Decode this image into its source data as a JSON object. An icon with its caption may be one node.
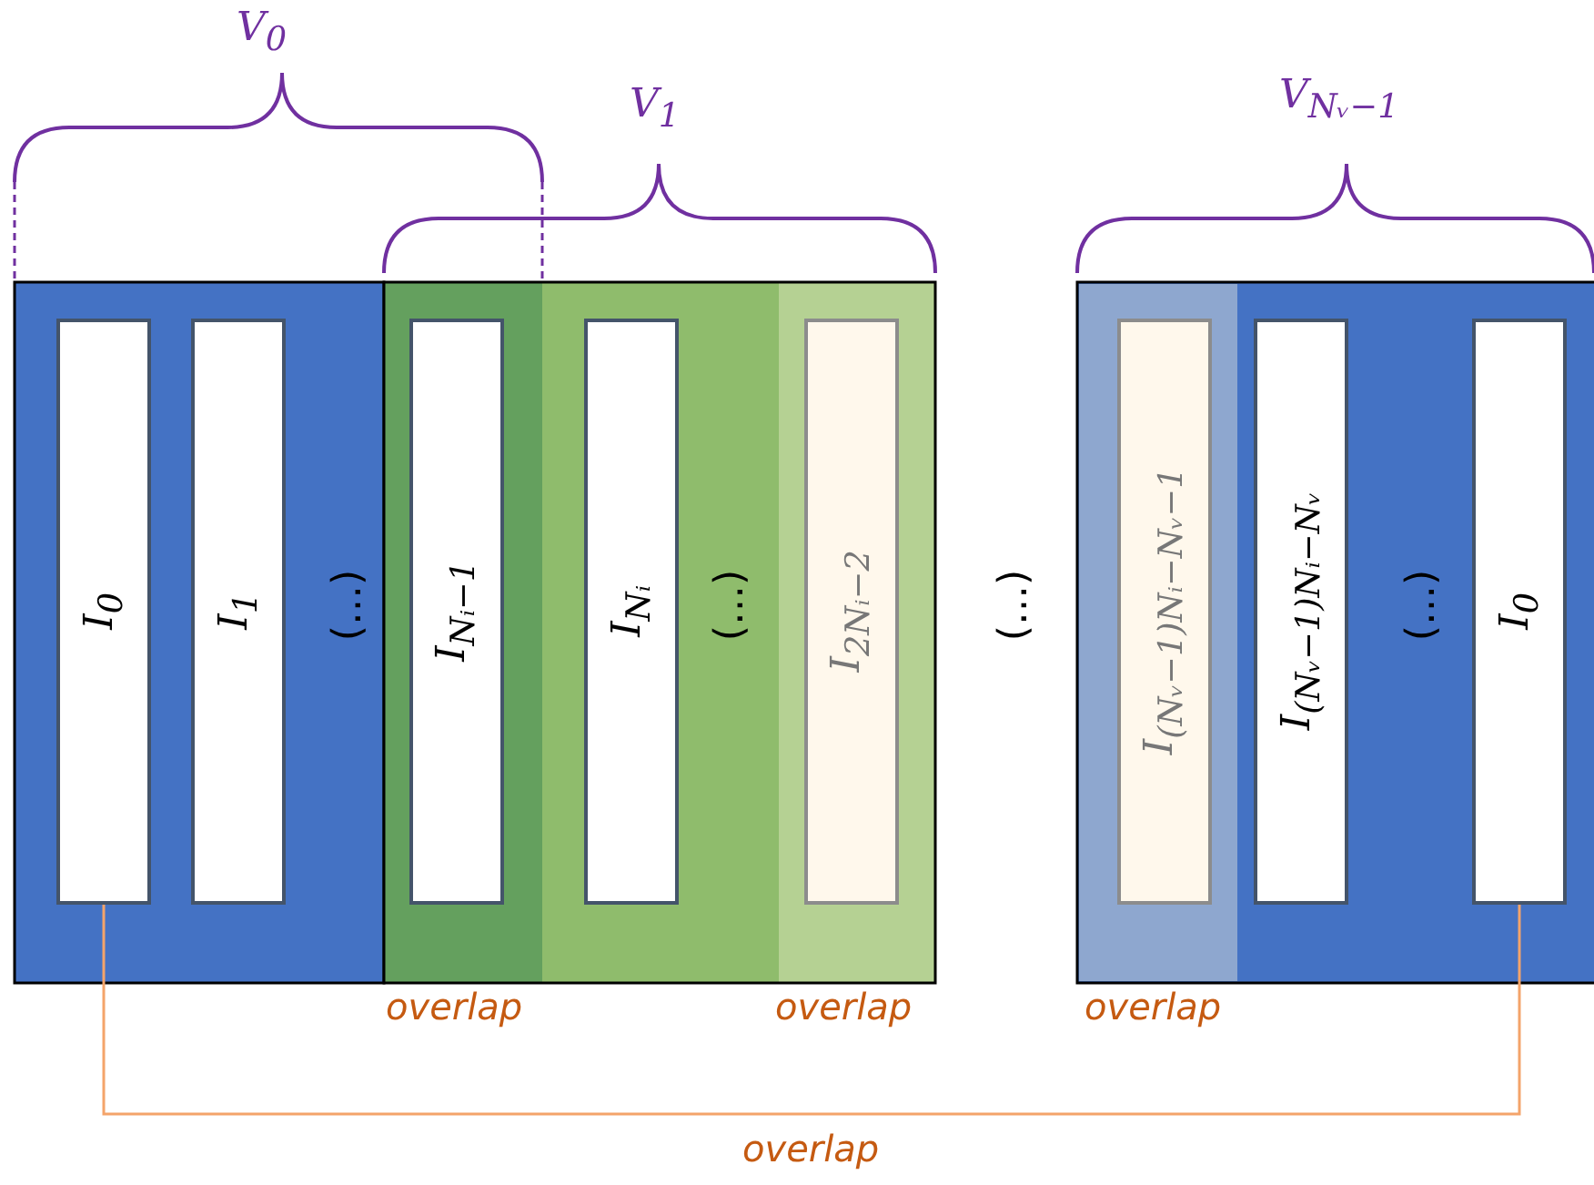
{
  "diagram": {
    "nodes": [
      {
        "text": [
          "I$_{0}$"
        ]
      },
      {
        "text": [
          "I$_{1}$"
        ]
      },
      {
        "text": [
          "I$_{Nᵢ−1}$"
        ]
      },
      {
        "text": [
          "I$_{Nᵢ}$"
        ]
      },
      {
        "text": [
          "I$_{2Nᵢ−2}$"
        ]
      },
      {
        "text": [
          "I$_{(Nᵥ−1)Nᵢ−Nᵥ−1}$"
        ]
      },
      {
        "text": [
          "I$_{(Nᵥ−1)Nᵢ−Nᵥ}$"
        ]
      },
      {
        "text": [
          "I$_{0}$"
        ]
      }
    ],
    "edges": [
      {
        "from": 0,
        "to": 7,
        "arrow": "none",
        "label": "overlap"
      }
    ],
    "labels": [
      "V$_{0}$",
      "V$_{1}$",
      "V$_{Nᵥ−1}$",
      "(…)",
      "(…)",
      "(…)",
      "(…)",
      "overlap",
      "overlap",
      "overlap"
    ]
  }
}
